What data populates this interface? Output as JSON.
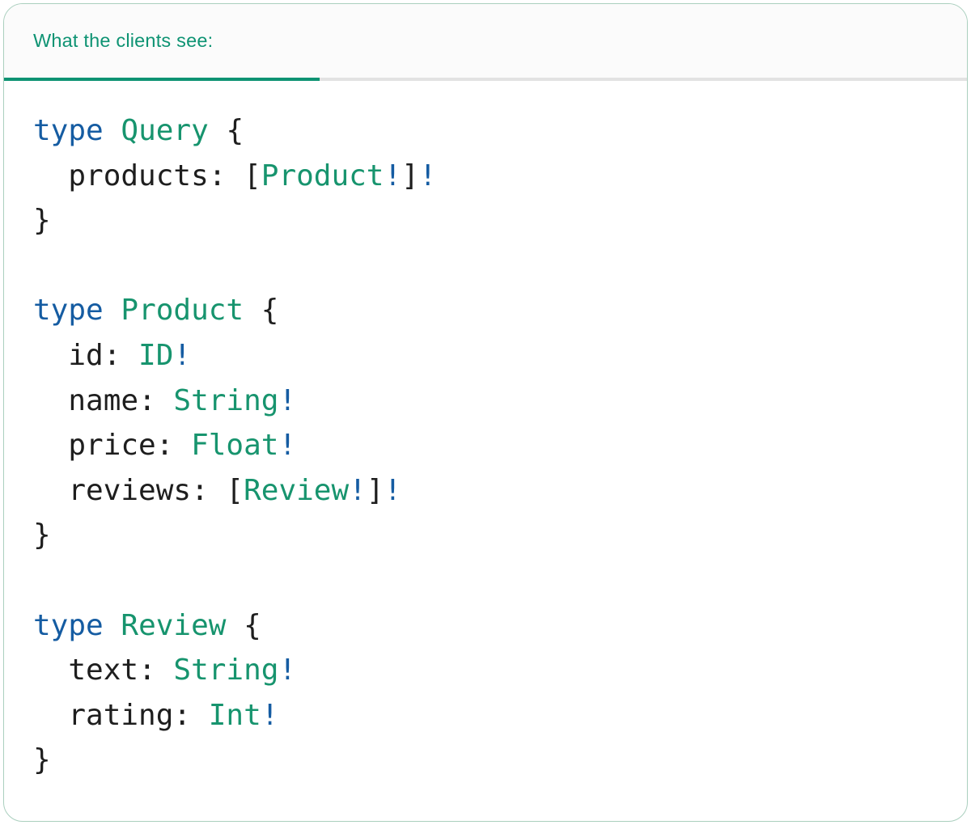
{
  "colors": {
    "accent_teal": "#0E9373",
    "keyword_blue": "#155CA2",
    "type_green": "#17946E",
    "plain_text": "#1E1E1E",
    "bang_blue": "#155CA2",
    "divider_gray": "#E2E2E2",
    "card_border_green": "#AACFBE",
    "tabbar_bg": "#FBFBFB"
  },
  "tab_bar": {
    "active_tab_label": "What the clients see:"
  },
  "code": {
    "lines": [
      [
        {
          "t": "keyword",
          "v": "type"
        },
        {
          "t": "plain",
          "v": " "
        },
        {
          "t": "type",
          "v": "Query"
        },
        {
          "t": "plain",
          "v": " {"
        }
      ],
      [
        {
          "t": "plain",
          "v": "  products: ["
        },
        {
          "t": "type",
          "v": "Product"
        },
        {
          "t": "bang",
          "v": "!"
        },
        {
          "t": "plain",
          "v": "]"
        },
        {
          "t": "bang",
          "v": "!"
        }
      ],
      [
        {
          "t": "plain",
          "v": "}"
        }
      ],
      [],
      [
        {
          "t": "keyword",
          "v": "type"
        },
        {
          "t": "plain",
          "v": " "
        },
        {
          "t": "type",
          "v": "Product"
        },
        {
          "t": "plain",
          "v": " {"
        }
      ],
      [
        {
          "t": "plain",
          "v": "  id: "
        },
        {
          "t": "type",
          "v": "ID"
        },
        {
          "t": "bang",
          "v": "!"
        }
      ],
      [
        {
          "t": "plain",
          "v": "  name: "
        },
        {
          "t": "type",
          "v": "String"
        },
        {
          "t": "bang",
          "v": "!"
        }
      ],
      [
        {
          "t": "plain",
          "v": "  price: "
        },
        {
          "t": "type",
          "v": "Float"
        },
        {
          "t": "bang",
          "v": "!"
        }
      ],
      [
        {
          "t": "plain",
          "v": "  reviews: ["
        },
        {
          "t": "type",
          "v": "Review"
        },
        {
          "t": "bang",
          "v": "!"
        },
        {
          "t": "plain",
          "v": "]"
        },
        {
          "t": "bang",
          "v": "!"
        }
      ],
      [
        {
          "t": "plain",
          "v": "}"
        }
      ],
      [],
      [
        {
          "t": "keyword",
          "v": "type"
        },
        {
          "t": "plain",
          "v": " "
        },
        {
          "t": "type",
          "v": "Review"
        },
        {
          "t": "plain",
          "v": " {"
        }
      ],
      [
        {
          "t": "plain",
          "v": "  text: "
        },
        {
          "t": "type",
          "v": "String"
        },
        {
          "t": "bang",
          "v": "!"
        }
      ],
      [
        {
          "t": "plain",
          "v": "  rating: "
        },
        {
          "t": "type",
          "v": "Int"
        },
        {
          "t": "bang",
          "v": "!"
        }
      ],
      [
        {
          "t": "plain",
          "v": "}"
        }
      ]
    ]
  }
}
